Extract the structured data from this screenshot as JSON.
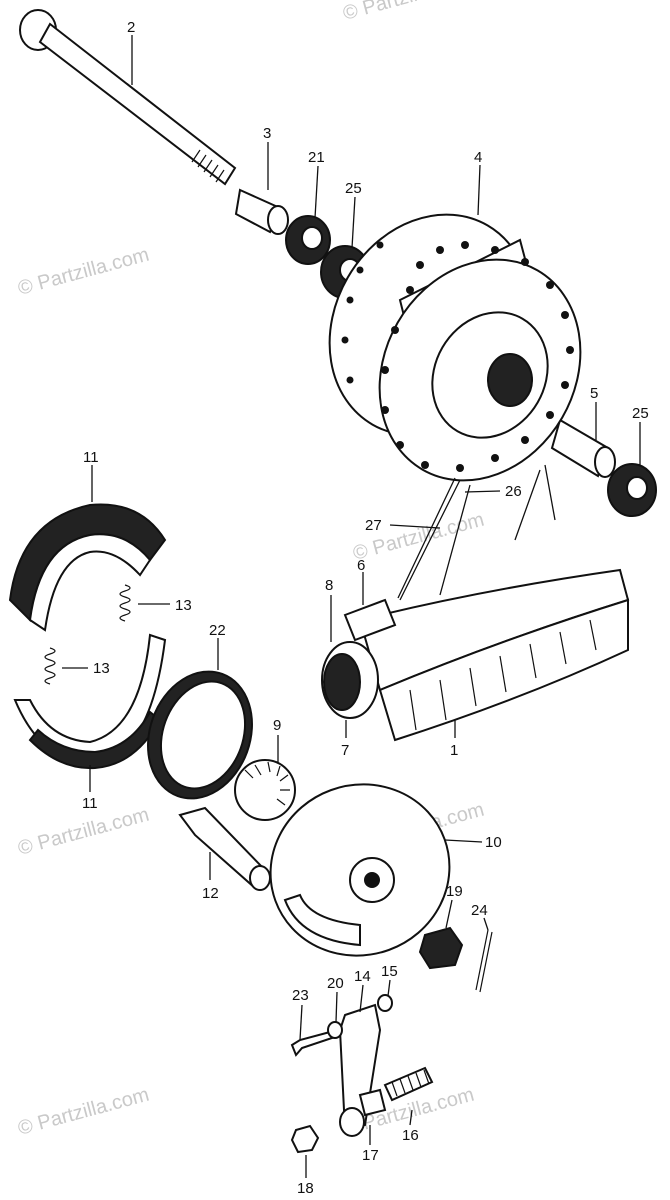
{
  "watermark": "© Partzilla.com",
  "callouts": [
    {
      "id": "c1",
      "text": "1"
    },
    {
      "id": "c2",
      "text": "2"
    },
    {
      "id": "c3",
      "text": "3"
    },
    {
      "id": "c4",
      "text": "4"
    },
    {
      "id": "c5",
      "text": "5"
    },
    {
      "id": "c6",
      "text": "6"
    },
    {
      "id": "c7",
      "text": "7"
    },
    {
      "id": "c8",
      "text": "8"
    },
    {
      "id": "c9",
      "text": "9"
    },
    {
      "id": "c10",
      "text": "10"
    },
    {
      "id": "c11a",
      "text": "11"
    },
    {
      "id": "c11b",
      "text": "11"
    },
    {
      "id": "c12",
      "text": "12"
    },
    {
      "id": "c13a",
      "text": "13"
    },
    {
      "id": "c13b",
      "text": "13"
    },
    {
      "id": "c14",
      "text": "14"
    },
    {
      "id": "c15",
      "text": "15"
    },
    {
      "id": "c16",
      "text": "16"
    },
    {
      "id": "c17",
      "text": "17"
    },
    {
      "id": "c18",
      "text": "18"
    },
    {
      "id": "c19",
      "text": "19"
    },
    {
      "id": "c20",
      "text": "20"
    },
    {
      "id": "c21",
      "text": "21"
    },
    {
      "id": "c22",
      "text": "22"
    },
    {
      "id": "c23",
      "text": "23"
    },
    {
      "id": "c24",
      "text": "24"
    },
    {
      "id": "c25a",
      "text": "25"
    },
    {
      "id": "c25b",
      "text": "25"
    },
    {
      "id": "c26",
      "text": "26"
    },
    {
      "id": "c27",
      "text": "27"
    }
  ]
}
